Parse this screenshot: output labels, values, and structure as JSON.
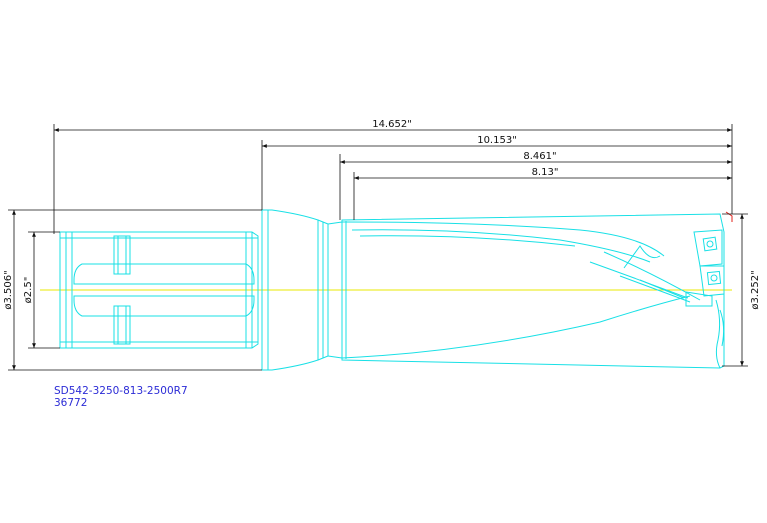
{
  "colors": {
    "outline": "#19e0e6",
    "dimension": "#111111",
    "centerline": "#e8e800",
    "label": "#2b2bd6",
    "tip": "#e0201a"
  },
  "dimensions": {
    "overall_length": "14.652\"",
    "body_length": "10.153\"",
    "flute_length_1": "8.461\"",
    "flute_length_2": "8.13\"",
    "shank_diameter": "ø3.506\"",
    "pilot_diameter": "ø2.5\"",
    "cut_diameter": "ø3.252\""
  },
  "part": {
    "number": "SD542-3250-813-2500R7",
    "id": "36772"
  }
}
